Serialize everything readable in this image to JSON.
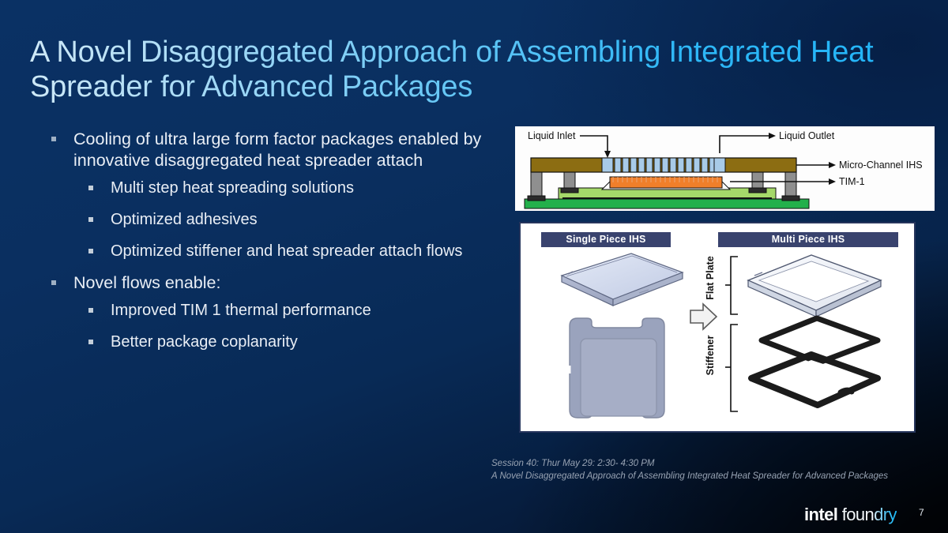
{
  "slide": {
    "title": "A Novel Disaggregated Approach of Assembling Integrated Heat Spreader for Advanced Packages",
    "page_number": "7",
    "background_top_left_color": "#0a3164",
    "background_bottom_right_color": "#04132b",
    "title_accent_color": "#21b4f8"
  },
  "bullets": [
    {
      "level": 1,
      "text": "Cooling of ultra large form factor packages enabled by innovative disaggregated heat spreader attach"
    },
    {
      "level": 2,
      "text": "Multi step heat spreading solutions"
    },
    {
      "level": 2,
      "text": "Optimized adhesives"
    },
    {
      "level": 2,
      "text": "Optimized stiffener and heat spreader attach flows"
    },
    {
      "level": 1,
      "text": "Novel flows enable:"
    },
    {
      "level": 2,
      "text": "Improved TIM 1 thermal performance"
    },
    {
      "level": 2,
      "text": "Better package coplanarity"
    }
  ],
  "figure_microchannel": {
    "name": "micro-channel-ihs-cross-section",
    "labels": {
      "inlet": "Liquid Inlet",
      "outlet": "Liquid Outlet",
      "ihs": "Micro-Channel IHS",
      "tim": "TIM-1"
    },
    "colors": {
      "ihs_body": "#8c6d12",
      "channel_fluid": "#a8cbe8",
      "tim": "#f07f2a",
      "substrate": "#a5d96a",
      "board": "#23b04b",
      "standoff": "#8c8c8c"
    }
  },
  "figure_ihs_compare": {
    "name": "single-vs-multi-piece-ihs",
    "headers": [
      "Single Piece IHS",
      "Multi Piece IHS"
    ],
    "side_labels": [
      "Flat Plate",
      "Stiffener"
    ],
    "header_color": "#39436e"
  },
  "caption": {
    "line1": "Session 40: Thur May 29: 2:30- 4:30 PM",
    "line2": "A Novel Disaggregated Approach of Assembling Integrated Heat Spreader for Advanced Packages"
  },
  "logo": {
    "part1": "intel",
    "part2": " foun",
    "part3": "dry"
  }
}
